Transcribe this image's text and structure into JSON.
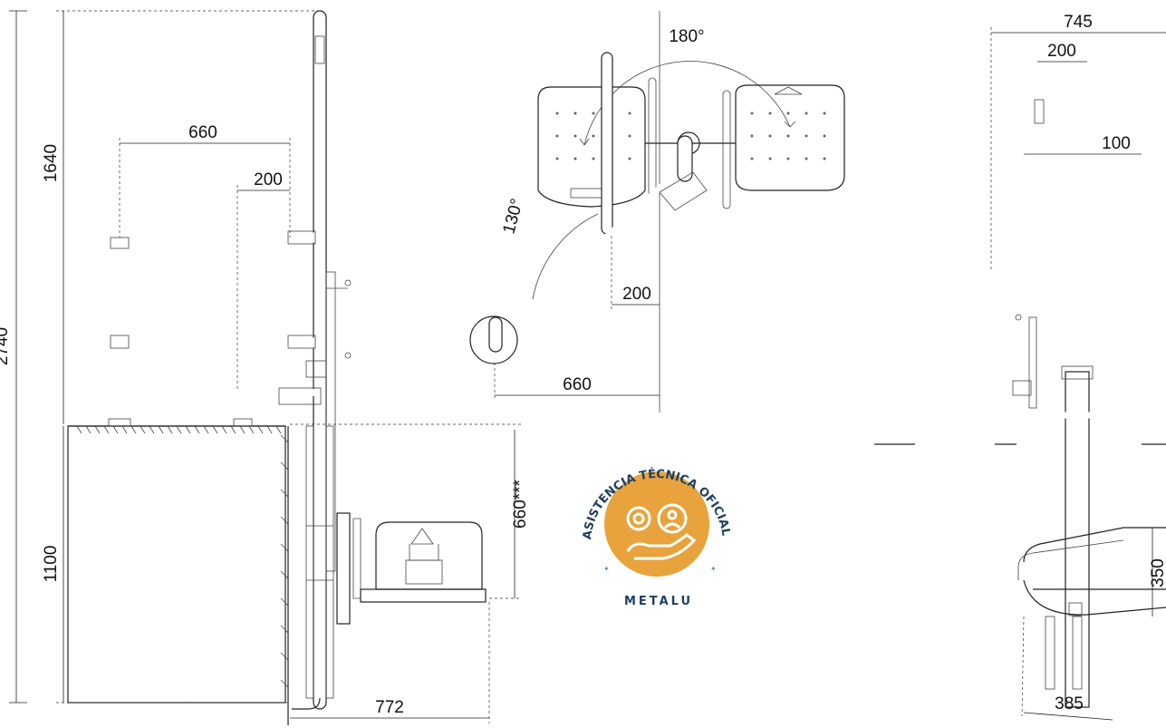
{
  "dimensions": {
    "left_total_height": "2740",
    "left_upper_height": "1640",
    "left_lower_height": "1100",
    "left_rail_length": "660",
    "left_offset": "200",
    "left_clearance": "660***",
    "left_seat_reach": "772",
    "top_angle_open": "180°",
    "top_angle_swing": "130°",
    "top_offset": "200",
    "top_arm_length": "660",
    "right_total_width": "745",
    "right_post_width": "200",
    "right_offset": "100",
    "right_seat_height": "350",
    "right_seat_width": "385"
  },
  "badge": {
    "arc_text": "ASISTENCIA TÉCNICA OFICIAL",
    "brand": "METALU",
    "ring_color": "#1f3f5f",
    "fill_color": "#e8a33d",
    "icon": "gears-hand-icon"
  }
}
